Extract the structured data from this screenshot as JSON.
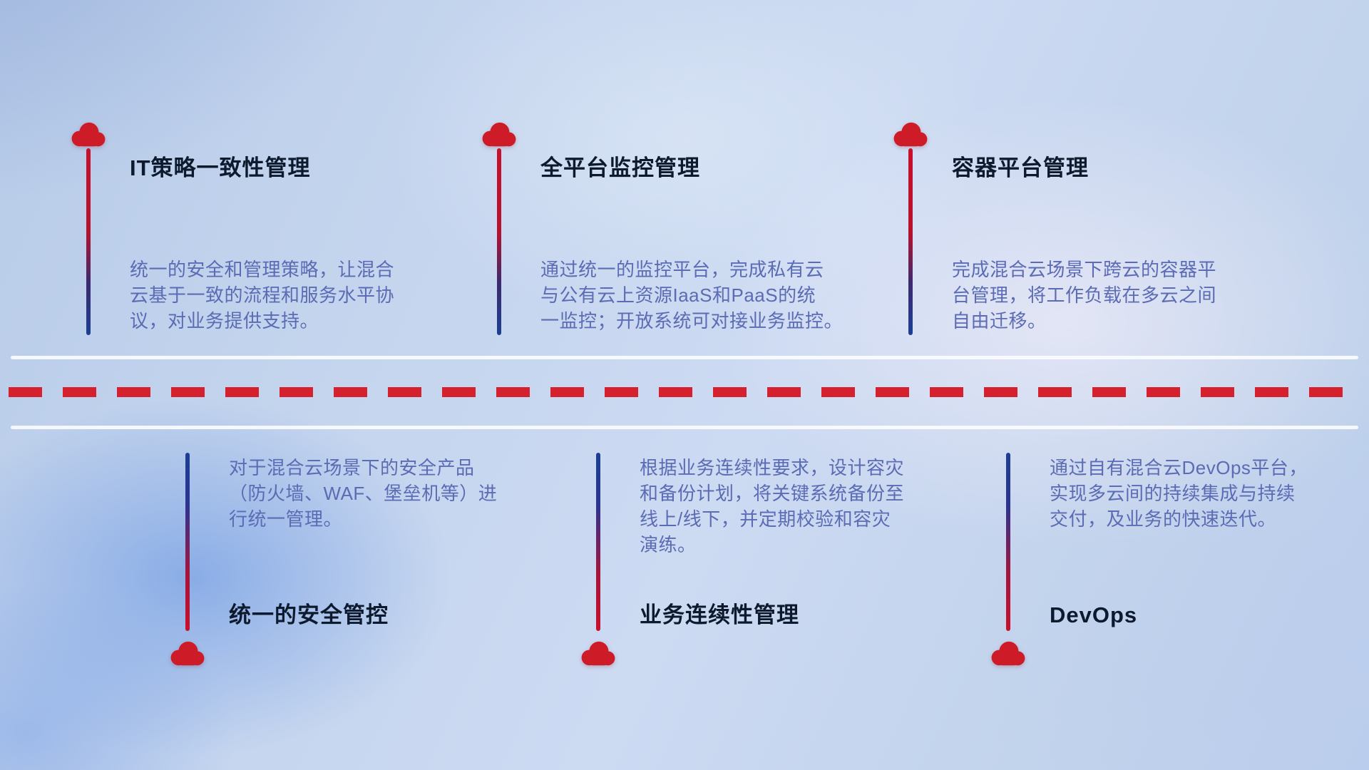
{
  "top_items": [
    {
      "title": "IT策略一致性管理",
      "description": "统一的安全和管理策略，让混合\n云基于一致的流程和服务水平协\n议，对业务提供支持。"
    },
    {
      "title": "全平台监控管理",
      "description": "通过统一的监控平台，完成私有云\n与公有云上资源IaaS和PaaS的统\n一监控；开放系统可对接业务监控。"
    },
    {
      "title": "容器平台管理",
      "description": "完成混合云场景下跨云的容器平\n台管理，将工作负载在多云之间\n自由迁移。"
    }
  ],
  "bottom_items": [
    {
      "title": "统一的安全管控",
      "description": "对于混合云场景下的安全产品\n（防火墙、WAF、堡垒机等）进\n行统一管理。"
    },
    {
      "title": "业务连续性管理",
      "description": "根据业务连续性要求，设计容灾\n和备份计划，将关键系统备份至\n线上/线下，并定期校验和容灾\n演练。"
    },
    {
      "title": "DevOps",
      "description": "通过自有混合云DevOps平台，\n实现多云间的持续集成与持续\n交付，及业务的快速迭代。"
    }
  ],
  "colors": {
    "cloud_red": "#ce1b28",
    "dash_red": "#d5202e",
    "stem_blue": "#1c3f93",
    "stem_red": "#c8102c",
    "title_color": "#0d1a2e",
    "description_color": "#5b6bb4",
    "divider_white": "#fafcff"
  }
}
